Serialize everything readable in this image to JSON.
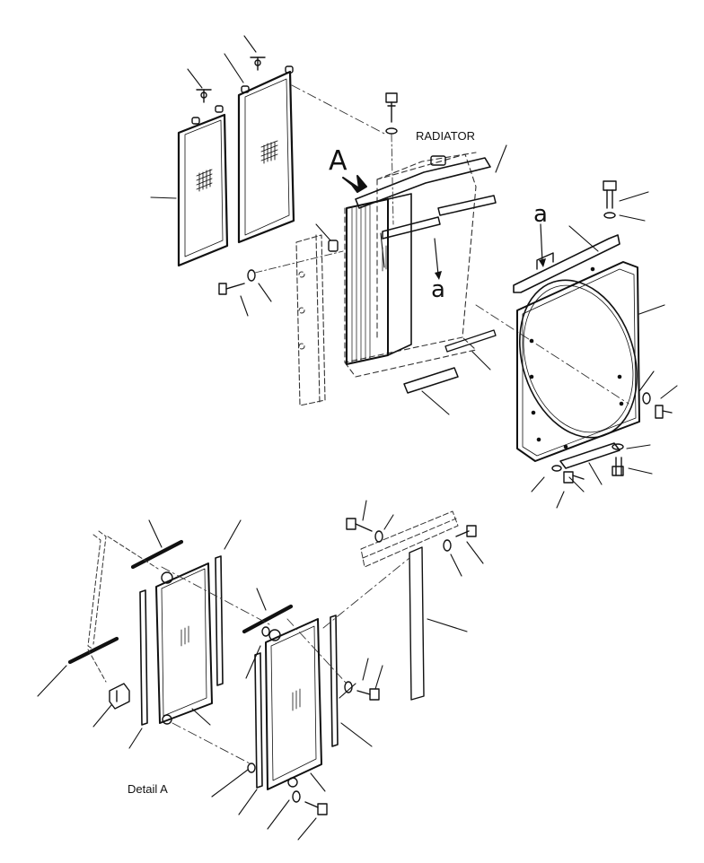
{
  "labels": {
    "radiator": "RADIATOR",
    "view_a": "A",
    "section_a_1": "a",
    "section_a_2": "a",
    "detail": "Detail A"
  },
  "colors": {
    "line": "#111111",
    "dash": "#333333",
    "background": "#ffffff"
  }
}
